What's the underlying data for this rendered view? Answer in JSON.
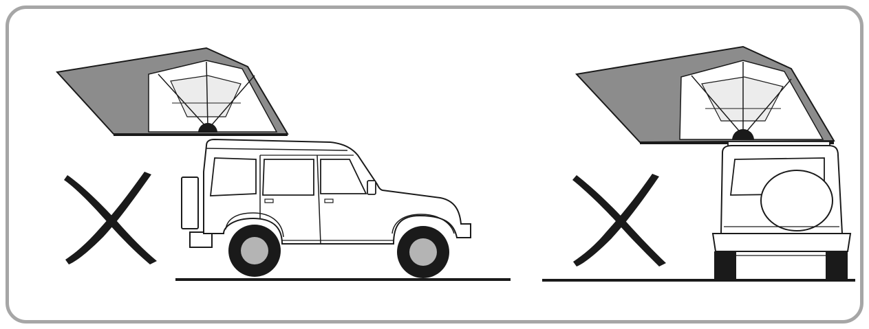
{
  "illustration": {
    "panels": [
      {
        "id": "side-view",
        "verdict_mark": "wrong"
      },
      {
        "id": "rear-view",
        "verdict_mark": "wrong"
      }
    ],
    "colors": {
      "tent_fabric": "#8c8c8c",
      "tent_window": "#ececec",
      "outline": "#1a1a1a",
      "wheel_hub": "#b4b4b4",
      "frame_border": "#a6a6a6"
    }
  }
}
